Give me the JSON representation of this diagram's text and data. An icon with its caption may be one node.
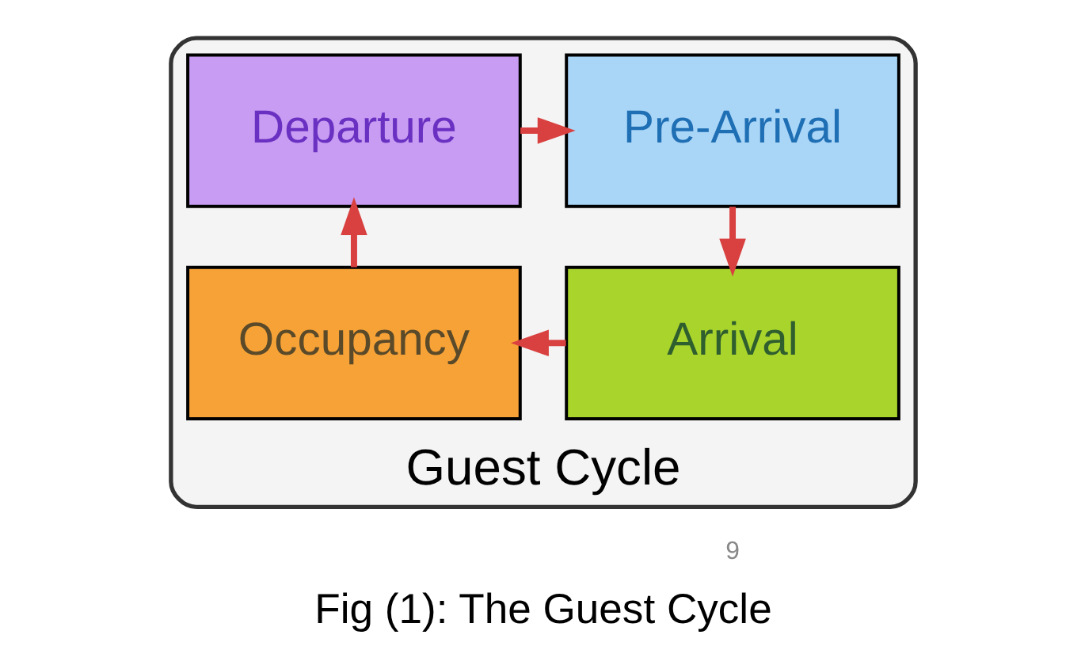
{
  "diagram": {
    "caption": "Fig (1): The Guest Cycle",
    "nodes": [
      {
        "text": [
          "Guest Cycle"
        ]
      },
      {
        "text": [
          "Departure"
        ],
        "in": 0
      },
      {
        "text": [
          "Pre-Arrival"
        ],
        "in": 0
      },
      {
        "text": [
          "Arrival"
        ],
        "in": 0
      },
      {
        "text": [
          "Occupancy"
        ],
        "in": 0
      }
    ],
    "edges": [
      {
        "from": 1,
        "to": 2,
        "arrow": "to"
      },
      {
        "from": 2,
        "to": 3,
        "arrow": "to"
      },
      {
        "from": 3,
        "to": 4,
        "arrow": "to"
      },
      {
        "from": 4,
        "to": 1,
        "arrow": "to"
      }
    ],
    "labels": [
      "9"
    ]
  }
}
